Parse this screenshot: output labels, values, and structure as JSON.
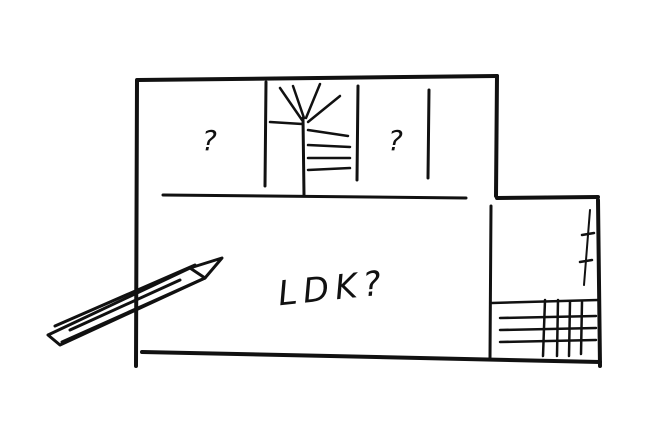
{
  "sketch": {
    "room_labels": [
      {
        "id": "room-upper-left",
        "text": "?"
      },
      {
        "id": "room-upper-right",
        "text": "?"
      },
      {
        "id": "room-main",
        "text": "LDK?"
      }
    ],
    "ink_color": "#111111",
    "background_color": "#ffffff"
  }
}
